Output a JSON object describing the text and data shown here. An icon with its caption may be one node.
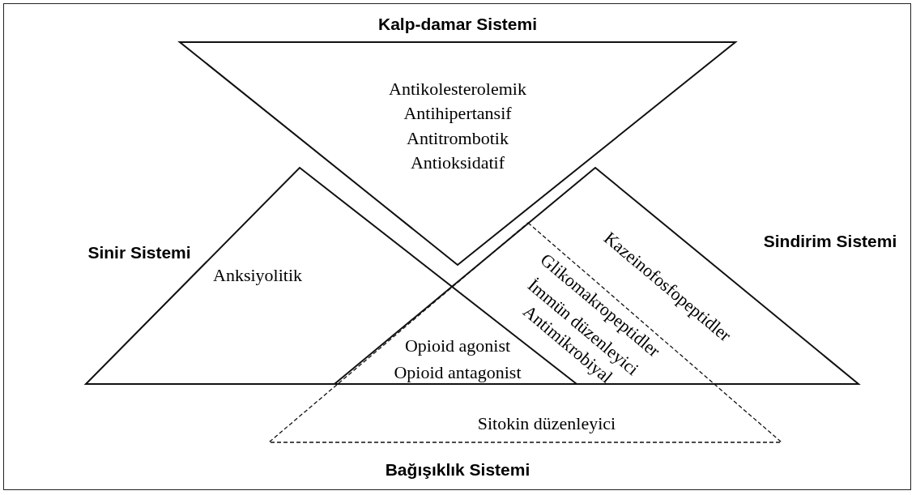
{
  "diagram": {
    "nodes": [
      {
        "text": [
          "Kalp-damar Sistemi"
        ]
      },
      {
        "text": [
          "Sinir Sistemi"
        ]
      },
      {
        "text": [
          "Sindirim Sistemi"
        ]
      },
      {
        "text": [
          "Bağışıklık Sistemi"
        ]
      }
    ],
    "labels": [
      "Antikolesterolemik",
      "Antihipertansif",
      "Antitrombotik",
      "Antioksidatif",
      "Anksiyolitik",
      "Kazeinofosfopeptidler",
      "Glikomakropeptidler",
      "İmmün düzenleyici",
      "Antimikrobiyal",
      "Opioid agonist",
      "Opioid antagonist",
      "Sitokin düzenleyici"
    ]
  }
}
